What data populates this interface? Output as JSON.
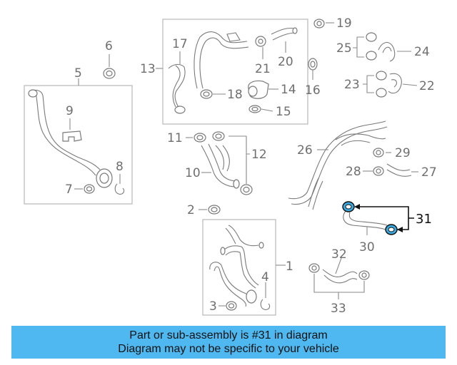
{
  "diagram": {
    "callouts": {
      "c1": "1",
      "c2": "2",
      "c3": "3",
      "c4": "4",
      "c5": "5",
      "c6": "6",
      "c7": "7",
      "c8": "8",
      "c9": "9",
      "c10": "10",
      "c11": "11",
      "c12": "12",
      "c13": "13",
      "c14": "14",
      "c15": "15",
      "c16": "16",
      "c17": "17",
      "c18": "18",
      "c19": "19",
      "c20": "20",
      "c21": "21",
      "c22": "22",
      "c23": "23",
      "c24": "24",
      "c25": "25",
      "c26": "26",
      "c27": "27",
      "c28": "28",
      "c29": "29",
      "c30": "30",
      "c31": "31",
      "c32": "32",
      "c33": "33"
    },
    "highlighted_part": "31",
    "colors": {
      "highlight_fill": "#3aa9e0",
      "line_gray": "#7a7a7a",
      "text_gray": "#6f6f6f",
      "banner_bg": "#4fb8f0"
    }
  },
  "banner": {
    "line1": "Part or sub-assembly is #31 in diagram",
    "line2": "Diagram may not be specific to your vehicle"
  }
}
